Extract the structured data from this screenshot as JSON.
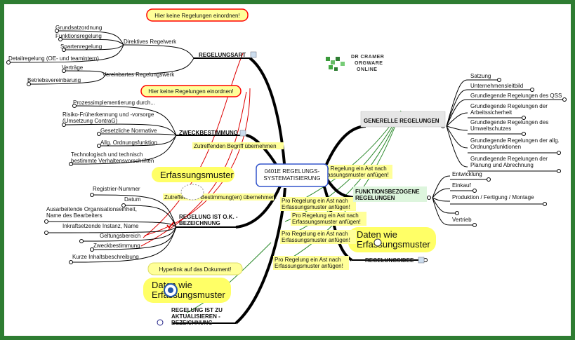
{
  "center": {
    "line1": "0401E REGELUNGS-",
    "line2": "SYSTEMATISIERUNG"
  },
  "notes": {
    "top1": "Hier keine Regelungen einordnen!",
    "top2": "Hier keine Regelungen einordnen!",
    "hyperlink": "Hyperlink auf das Dokument!",
    "zutreffend1": "Zutreffenden Begriff übernehmen",
    "zutreffend2": "Zutreffende ... Bestimmung(en) übernehmen!",
    "erfassung1": "Erfassungsmuster",
    "daten1_l1": "Daten wie",
    "daten1_l2": "Erfassungsmuster",
    "daten2_l1": "Daten wie",
    "daten2_l2": "Erfassungsmuster",
    "pro_l1": "Pro Regelung ein Ast nach",
    "pro_l2": "Erfassungsmuster anfügen!"
  },
  "logo": {
    "line1": "DR CRAMER",
    "line2": "ORGWARE",
    "line3": "ONLINE"
  },
  "branches": {
    "regelungsart": {
      "label": "REGELUNGSART",
      "direktives": "Direktives Regelwerk",
      "direktives_items": [
        "Grundsatzordnung",
        "Funktionsregelung",
        "Spartenregelung",
        "Detailregelung (OE- und teamintern)"
      ],
      "vereinbartes": "Vereinbartes Regelungswerk",
      "vereinbartes_items": [
        "Verträge",
        "Betriebsvereinbarung"
      ]
    },
    "zweck": {
      "label": "ZWECKBESTIMMUNG",
      "items": [
        "Prozessimplementierung durch...",
        "Risiko-Früherkennung und -vorsorge",
        "(Umsetzung ContraG)",
        "Gesetzliche Normative",
        "Allg. Ordnungsfunktion",
        "Technologisch und technisch",
        "bestimmte Verhaltensvorschriften"
      ]
    },
    "regelung_ok": {
      "label1": "REGELUNG IST O.K. -",
      "label2": "BEZEICHNUNG",
      "items": [
        "Registrier-Nummer",
        "Datum",
        "Ausarbeitende Organisationseinheit,",
        "Name des Bearbeiters",
        "Inkraftsetzende Instanz, Name",
        "Geltungsbereich",
        "Zweckbestimmung",
        "Kurze Inhaltsbeschreibung"
      ]
    },
    "aktualisieren": {
      "label1": "REGELUNG IST ZU",
      "label2": "AKTUALISIEREN -",
      "label3": "BEZEICHNUNG"
    },
    "generelle": {
      "label": "GENERELLE REGELUNGEN",
      "items": [
        "Satzung",
        "Unternehmensleitbild",
        "Grundlegende Regelungen des QSS",
        "Grundlegende Regelungen der",
        "Arbeitssicherheit",
        "Grundlegende Regelungen des",
        "Umweltschutzes",
        "Grundlegende Regelungen der allg.",
        "Ordnungsfunktionen",
        "Grundlegende Regelungen der",
        "Planung und Abrechnung"
      ]
    },
    "funktion": {
      "label1": "FUNKTIONSBEZOGENE",
      "label2": "REGELUNGEN",
      "items": [
        "Entwicklung",
        "Einkauf",
        "Produktion / Fertigung / Montage",
        "",
        "Vertrieb"
      ]
    },
    "idee": {
      "label": "REGELUNGSIDEE"
    }
  },
  "colors": {
    "frame": "#2e7d32",
    "note_fill": "#ffff99",
    "note_border": "#ff0000",
    "center_border": "#3355cc",
    "green_link": "#2e8b2e",
    "red_link": "#dd0000"
  }
}
